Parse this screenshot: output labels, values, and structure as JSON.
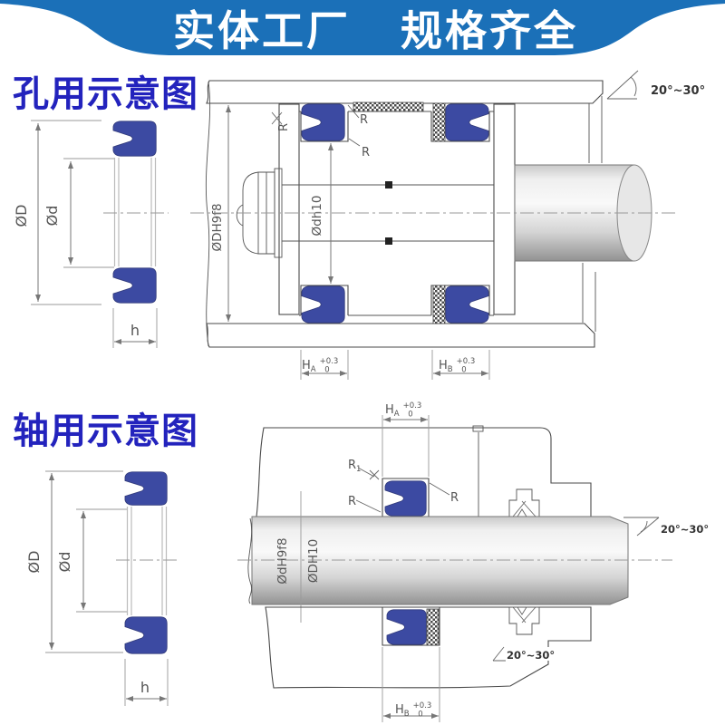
{
  "banner": {
    "left": "实体工厂",
    "right": "规格齐全",
    "bg": "#1b70b8",
    "fg": "#ffffff"
  },
  "sections": {
    "bore": {
      "title": "孔用示意图"
    },
    "shaft": {
      "title": "轴用示意图"
    }
  },
  "colors": {
    "seal": "#3c4aa2",
    "title_blue": "#2323bd",
    "banner_blue": "#1b70b8",
    "line_gray": "#777777"
  },
  "seal_xsection": {
    "outer_dia": "ØD",
    "inner_dia": "Ød",
    "height": "h"
  },
  "bore_diagram": {
    "bore_dia": "ØDH9f8",
    "groove_dia": "Ødh10",
    "radius": "R",
    "ha": "H",
    "ha_sub": "A",
    "hb": "H",
    "hb_sub": "B",
    "tol_up": "+0.3",
    "tol_dn": "0",
    "chamfer": "20°~30°"
  },
  "shaft_diagram": {
    "shaft_dia": "ØdH9f8",
    "bore_dia": "ØDH10",
    "radius": "R",
    "r1": "R",
    "r1_sub": "1",
    "ha": "H",
    "ha_sub": "A",
    "hb": "H",
    "hb_sub": "B",
    "tol_up": "+0.3",
    "tol_dn": "0",
    "chamfer_end": "20°~30°",
    "chamfer_groove": "20°~30°"
  }
}
